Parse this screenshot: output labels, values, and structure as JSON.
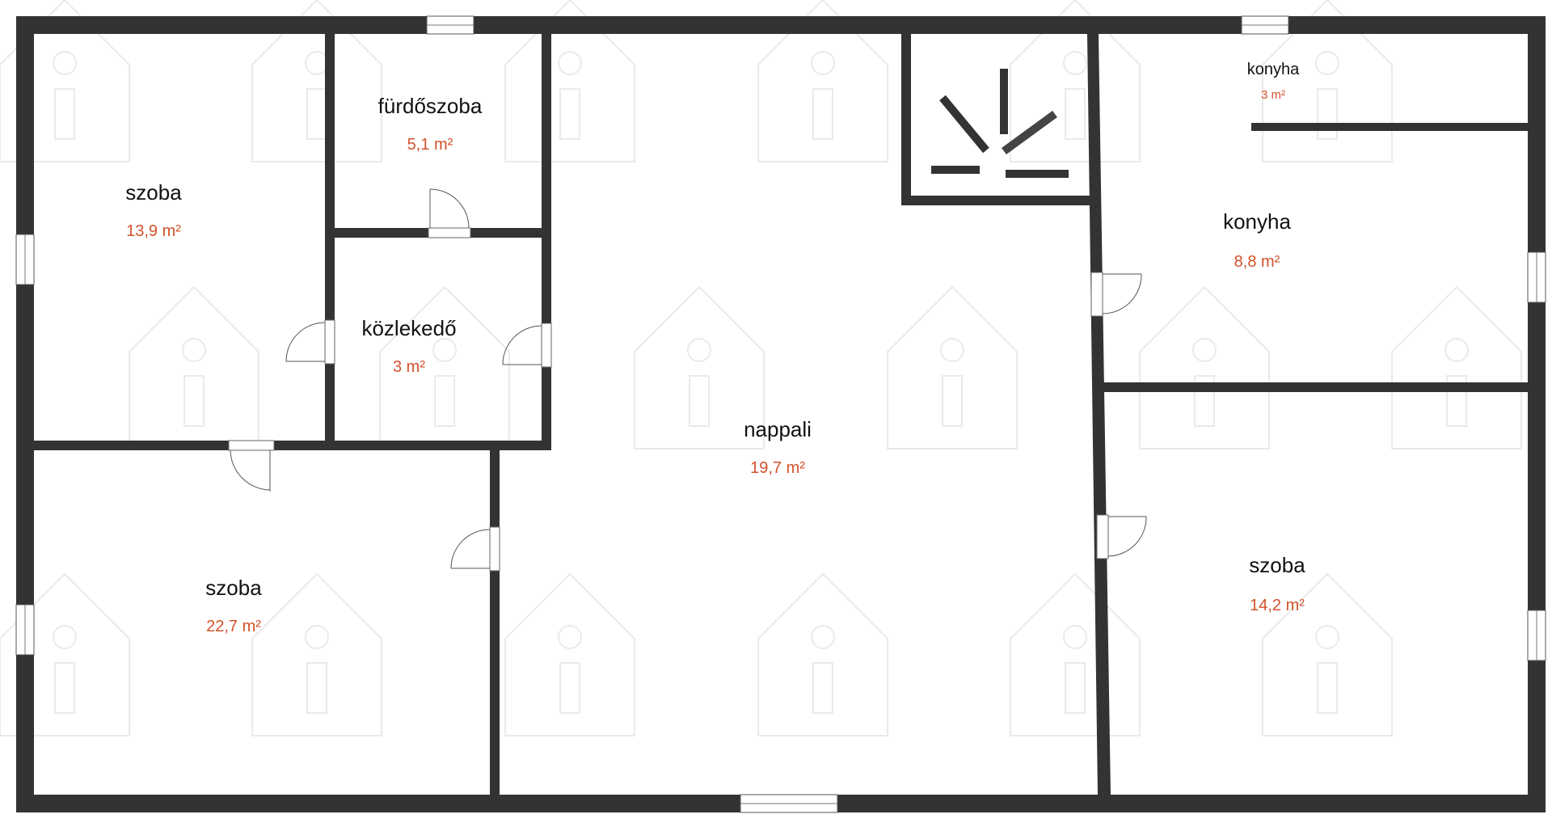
{
  "colors": {
    "wall": "#333333",
    "area_text": "#d2522a",
    "name_text": "#111111",
    "watermark": "#d9d9d9"
  },
  "watermark": {
    "icon": "house-info-icon"
  },
  "rooms": [
    {
      "id": "szoba-top-left",
      "name": "szoba",
      "area": "13,9 m²"
    },
    {
      "id": "furdoszoba",
      "name": "fürdőszoba",
      "area": "5,1 m²"
    },
    {
      "id": "kozlekedo",
      "name": "közlekedő",
      "area": "3 m²"
    },
    {
      "id": "szoba-bottom-left",
      "name": "szoba",
      "area": "22,7 m²"
    },
    {
      "id": "nappali",
      "name": "nappali",
      "area": "19,7 m²"
    },
    {
      "id": "konyha-small",
      "name": "konyha",
      "area": "3 m²"
    },
    {
      "id": "konyha",
      "name": "konyha",
      "area": "8,8 m²"
    },
    {
      "id": "szoba-right",
      "name": "szoba",
      "area": "14,2 m²"
    }
  ],
  "fixtures": {
    "stair": "stair-symbol-icon"
  }
}
